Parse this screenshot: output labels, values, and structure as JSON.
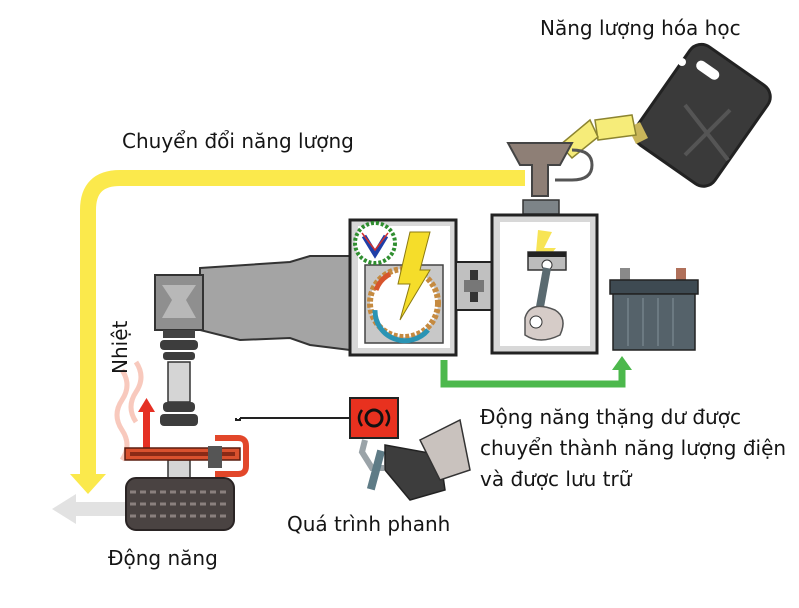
{
  "labels": {
    "chemical_energy": "Năng lượng hóa học",
    "energy_conversion": "Chuyển đổi năng lượng",
    "heat": "Nhiệt",
    "regen_description": "Động năng thặng dư được chuyển thành năng lượng điện và được lưu trữ",
    "braking_process": "Quá trình phanh",
    "kinetic_energy": "Động năng"
  },
  "colors": {
    "energy_flow_yellow": "#fbe94c",
    "regen_green": "#4cb84c",
    "brake_red": "#e8311f",
    "heat_red": "#e53024",
    "motor_gray": "#8c8c8c",
    "fuel_can": "#3a3a3a",
    "battery": "#4d5a61",
    "exhaust_arrow": "#e0e0e0"
  },
  "icons": {
    "fuel_can": "fuel-jerrycan-icon",
    "funnel": "funnel-icon",
    "engine_piston": "piston-icon",
    "electric_motor": "motor-generator-icon",
    "battery": "battery-icon",
    "brake_pedal": "brake-pedal-icon",
    "brake_warning": "brake-warning-icon",
    "wheel": "tire-icon",
    "logo": "laurel-v-logo"
  }
}
